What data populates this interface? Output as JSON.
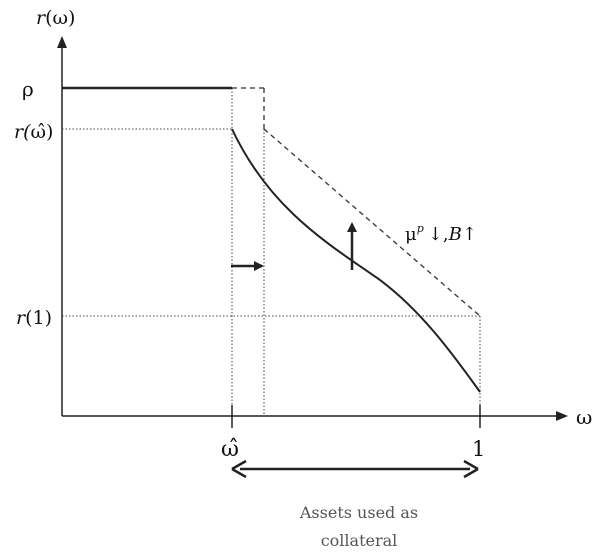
{
  "axes": {
    "y_label": "r(ω)",
    "x_label": "ω"
  },
  "y_ticks": {
    "rho": "ρ",
    "r_omega_hat_prefix": "r(",
    "omega_hat": "ω̂",
    "r_omega_hat_suffix": ")",
    "r_one": "r(1)"
  },
  "x_ticks": {
    "omega_hat": "ω̂",
    "one": "1"
  },
  "annotation": {
    "mu": "μ",
    "superscript": "p",
    "down_arrow": "↓",
    "comma": ",",
    "B": "B",
    "up_arrow": "↑"
  },
  "caption": {
    "line1": "Assets used as",
    "line2": "collateral"
  }
}
